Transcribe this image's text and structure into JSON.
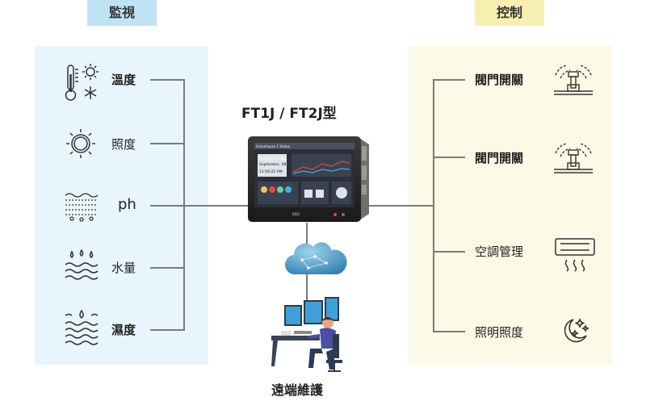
{
  "headers": {
    "monitor": "監視",
    "control": "控制"
  },
  "monitor_items": [
    {
      "label": "溫度",
      "icon": "thermometer-sun-snow-icon"
    },
    {
      "label": "照度",
      "icon": "sun-icon"
    },
    {
      "label": "ph",
      "icon": "soil-ph-icon"
    },
    {
      "label": "水量",
      "icon": "water-drops-icon"
    },
    {
      "label": "濕度",
      "icon": "humidity-icon"
    }
  ],
  "control_items": [
    {
      "label": "閥門開關",
      "icon": "sprinkler-valve-icon"
    },
    {
      "label": "閥門開關",
      "icon": "sprinkler-valve-icon"
    },
    {
      "label": "空調管理",
      "icon": "air-conditioner-icon"
    },
    {
      "label": "照明照度",
      "icon": "moon-stars-icon"
    }
  ],
  "device": {
    "title": "FT1J / FT2J型",
    "screen_header": "Greenhouse 1 Status",
    "screen_subtitle": "Production Status",
    "screen_date": "September, 08",
    "screen_time": "11:56:22 AM",
    "brand": "IDEC"
  },
  "remote_label": "遠端維護",
  "colors": {
    "monitor_tag": "#bfe3f5",
    "control_tag": "#f7efb0",
    "monitor_panel": "#e9f5fc",
    "control_panel": "#fcf9e6",
    "line": "#7a7a7a",
    "cloud": "#4a9fc8"
  }
}
